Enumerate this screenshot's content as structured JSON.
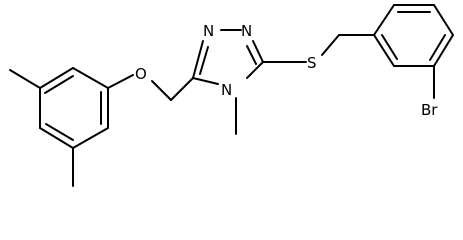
{
  "atoms": {
    "n_top_left": "N",
    "n_top_right": "N",
    "n_methyl": "N",
    "sulfur": "S",
    "oxygen": "O",
    "bromine": "Br"
  },
  "colors": {
    "bond": "#000000",
    "background": "#ffffff"
  }
}
